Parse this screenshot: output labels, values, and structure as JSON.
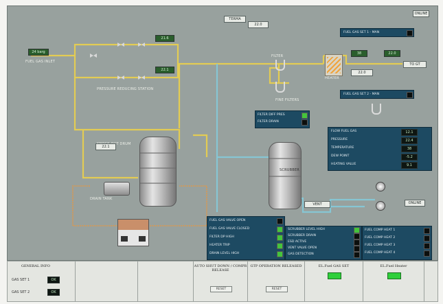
{
  "header": {
    "title_tag": "TERMA",
    "status_badge": "ONLINE"
  },
  "labels": {
    "inlet": "FUEL GAS INLET",
    "pressure_reducing_station": "PRESSURE REDUCING STATION",
    "filter": "FILTER",
    "fine_filters": "FINE FILTERS",
    "gas_outlet": "TO GT",
    "heater": "HEATER",
    "knock_out_drum": "KNOCK OUT DRUM",
    "scrubber": "SCRUBBER",
    "drain_tank": "DRAIN TANK",
    "vent": "VENT"
  },
  "tags": {
    "inlet_pressure": "24 barg",
    "pressure_top": "21.6",
    "pressure_mid": "22.1",
    "heater_temp": "38",
    "heater_out": "22.0",
    "setpoint_1": "FUEL GAS SET 1 - MAN",
    "setpoint_2": "FUEL GAS SET 2 - MAN"
  },
  "filter_status": [
    {
      "label": "FILTER DIFF PRES",
      "on": true
    },
    {
      "label": "FILTER DRAIN",
      "on": false
    }
  ],
  "gas_panel": [
    {
      "label": "FLOW FUEL GAS",
      "value": "12.1"
    },
    {
      "label": "PRESSURE",
      "value": "22.4"
    },
    {
      "label": "TEMPERATURE",
      "value": "38"
    },
    {
      "label": "DEW POINT",
      "value": "-5.2"
    },
    {
      "label": "HEATING VALUE",
      "value": "9.1"
    }
  ],
  "status_left": [
    {
      "label": "FUEL GAS VALVE OPEN",
      "on": false
    },
    {
      "label": "FUEL GAS VALVE CLOSED",
      "on": true
    },
    {
      "label": "FILTER DP HIGH",
      "on": true
    },
    {
      "label": "HEATER TRIP",
      "on": true
    },
    {
      "label": "DRAIN LEVEL HIGH",
      "on": true
    }
  ],
  "status_mid": [
    {
      "label": "SCRUBBER LEVEL HIGH",
      "on": true
    },
    {
      "label": "SCRUBBER DRAIN",
      "on": false
    },
    {
      "label": "ESD ACTIVE",
      "on": false
    },
    {
      "label": "VENT VALVE OPEN",
      "on": false
    },
    {
      "label": "GAS DETECTION",
      "on": false
    }
  ],
  "status_right": [
    {
      "label": "FUEL COMP HEAT 1"
    },
    {
      "label": "FUEL COMP HEAT 2"
    },
    {
      "label": "FUEL COMP HEAT 3"
    },
    {
      "label": "FUEL COMP HEAT 4"
    }
  ],
  "bottom": {
    "general_title": "GENERAL INFO",
    "info_1_label": "GAS SET 1",
    "info_1_value": "OK",
    "info_2_label": "GAS SET 2",
    "info_2_value": "OK",
    "col3_title": "AUTO SHUT DOWN / COMPR RELEASE",
    "col3_button": "RESET",
    "col4_title": "GTP OPERATION RELEASED",
    "col4_button": "RESET",
    "col5_title": "EL.Fuel GAS SET",
    "col6_title": "EL.Fuel Heater"
  }
}
